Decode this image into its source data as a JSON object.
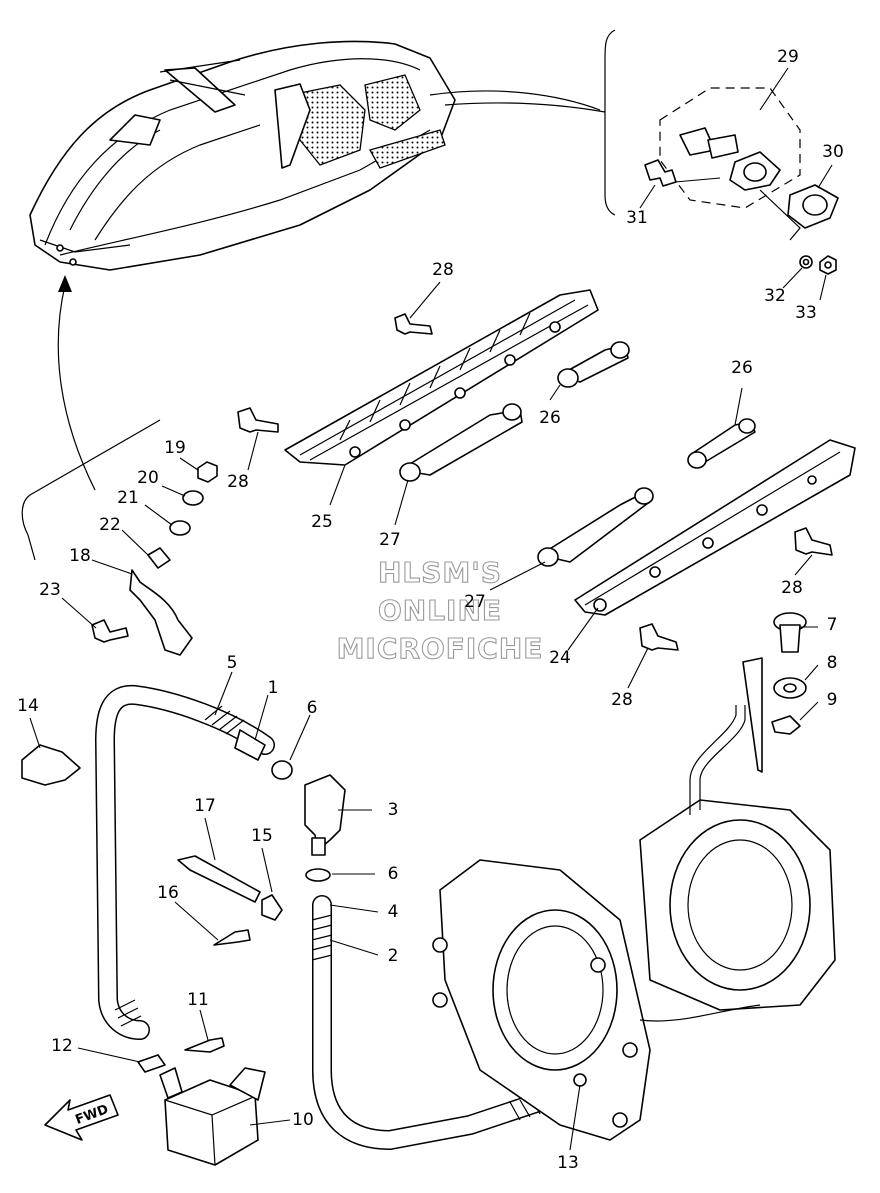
{
  "watermark": {
    "line1": "HLSM'S",
    "line2": "ONLINE",
    "line3": "MICROFICHE"
  },
  "fwd_label": "FWD",
  "callouts": {
    "c1": "1",
    "c2": "2",
    "c3": "3",
    "c4": "4",
    "c5": "5",
    "c6a": "6",
    "c6b": "6",
    "c7": "7",
    "c8": "8",
    "c9": "9",
    "c10": "10",
    "c11": "11",
    "c12": "12",
    "c13": "13",
    "c14": "14",
    "c15": "15",
    "c16": "16",
    "c17": "17",
    "c18": "18",
    "c19": "19",
    "c20": "20",
    "c21": "21",
    "c22": "22",
    "c23": "23",
    "c24": "24",
    "c25": "25",
    "c26a": "26",
    "c26b": "26",
    "c27a": "27",
    "c27b": "27",
    "c28a": "28",
    "c28b": "28",
    "c28c": "28",
    "c28d": "28",
    "c29": "29",
    "c30": "30",
    "c31": "31",
    "c32": "32",
    "c33": "33"
  },
  "icons": [
    "watercraft-hull-icon",
    "fwd-arrow-icon"
  ]
}
